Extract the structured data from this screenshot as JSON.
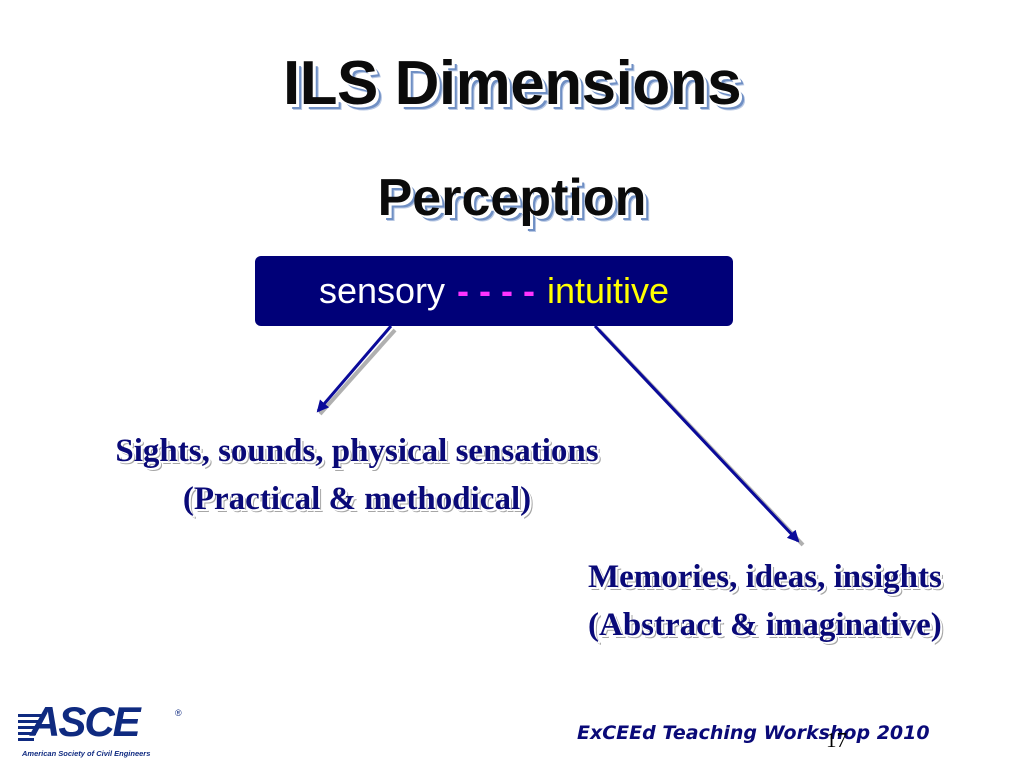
{
  "slide": {
    "title": "ILS Dimensions",
    "subtitle": "Perception",
    "dimension": {
      "left": "sensory",
      "separator": "- - - -",
      "right": "intuitive",
      "box_color": "#000078",
      "left_color": "#ffffff",
      "separator_color": "#ff33ff",
      "right_color": "#ffff00"
    },
    "left_note": {
      "line1": "Sights, sounds, physical sensations",
      "line2": "(Practical & methodical)"
    },
    "right_note": {
      "line1": "Memories, ideas, insights",
      "line2": "(Abstract & imaginative)"
    },
    "arrow_color": "#0a0a9a"
  },
  "footer": {
    "logo_text": "ASCE",
    "logo_reg": "®",
    "logo_tagline": "American Society of Civil Engineers",
    "workshop": "ExCEEd Teaching Workshop 2010",
    "slide_number": "17"
  }
}
